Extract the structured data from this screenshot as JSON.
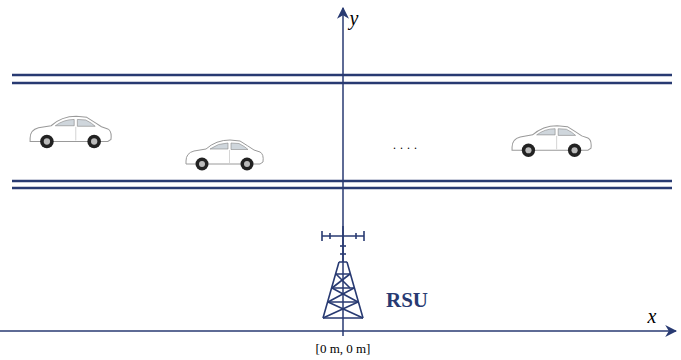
{
  "diagram": {
    "labels": [
      "y",
      "x",
      "RSU",
      "[0 m, 0 m]",
      "· · · ·"
    ]
  }
}
